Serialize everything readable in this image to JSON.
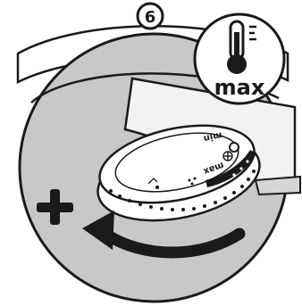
{
  "step": {
    "number": "6"
  },
  "temperature_badge": {
    "icon": "thermometer-icon",
    "label": "max"
  },
  "dial": {
    "min_label": "min",
    "max_label": "max"
  },
  "instruction": {
    "symbol": "plus-icon",
    "arrow": "rotate-counterclockwise-arrow-icon"
  },
  "colors": {
    "background_circle": "#c8c8c8",
    "outline": "#1a1a1a",
    "dial_face": "#ffffff",
    "dial_ring": "#f4f4f4"
  }
}
